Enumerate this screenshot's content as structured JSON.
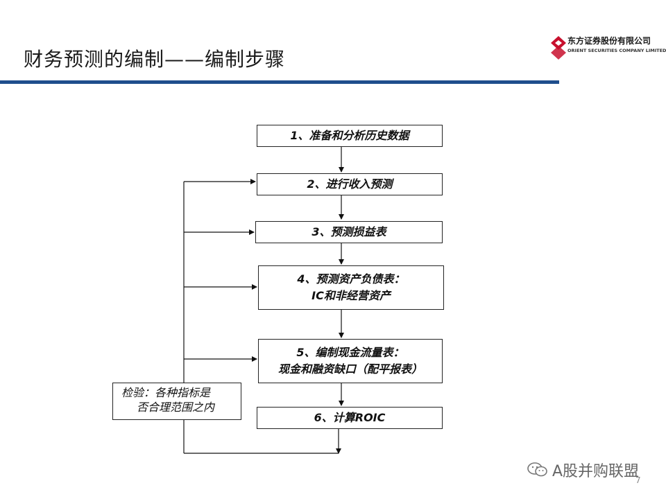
{
  "header": {
    "title": "财务预测的编制——编制步骤",
    "logo_cn": "东方证券股份有限公司",
    "logo_en": "ORIENT SECURITIES COMPANY LIMITED",
    "accent_color": "#1f4e8c",
    "logo_color": "#c8102e"
  },
  "steps": [
    {
      "line1": "1、准备和分析历史数据",
      "line2": ""
    },
    {
      "line1": "2、进行收入预测",
      "line2": ""
    },
    {
      "line1": "3、预测损益表",
      "line2": ""
    },
    {
      "line1": "4、预测资产负债表：",
      "line2": "IC和非经营资产"
    },
    {
      "line1": "5、编制现金流量表：",
      "line2": "现金和融资缺口（配平报表）"
    },
    {
      "line1": "6、计算ROIC",
      "line2": ""
    }
  ],
  "check_box": {
    "line1": "检验：各种指标是",
    "line2": "否合理范围之内"
  },
  "watermark": {
    "icon": "wechat-icon",
    "text": "A股并购联盟"
  },
  "page_number": "7"
}
